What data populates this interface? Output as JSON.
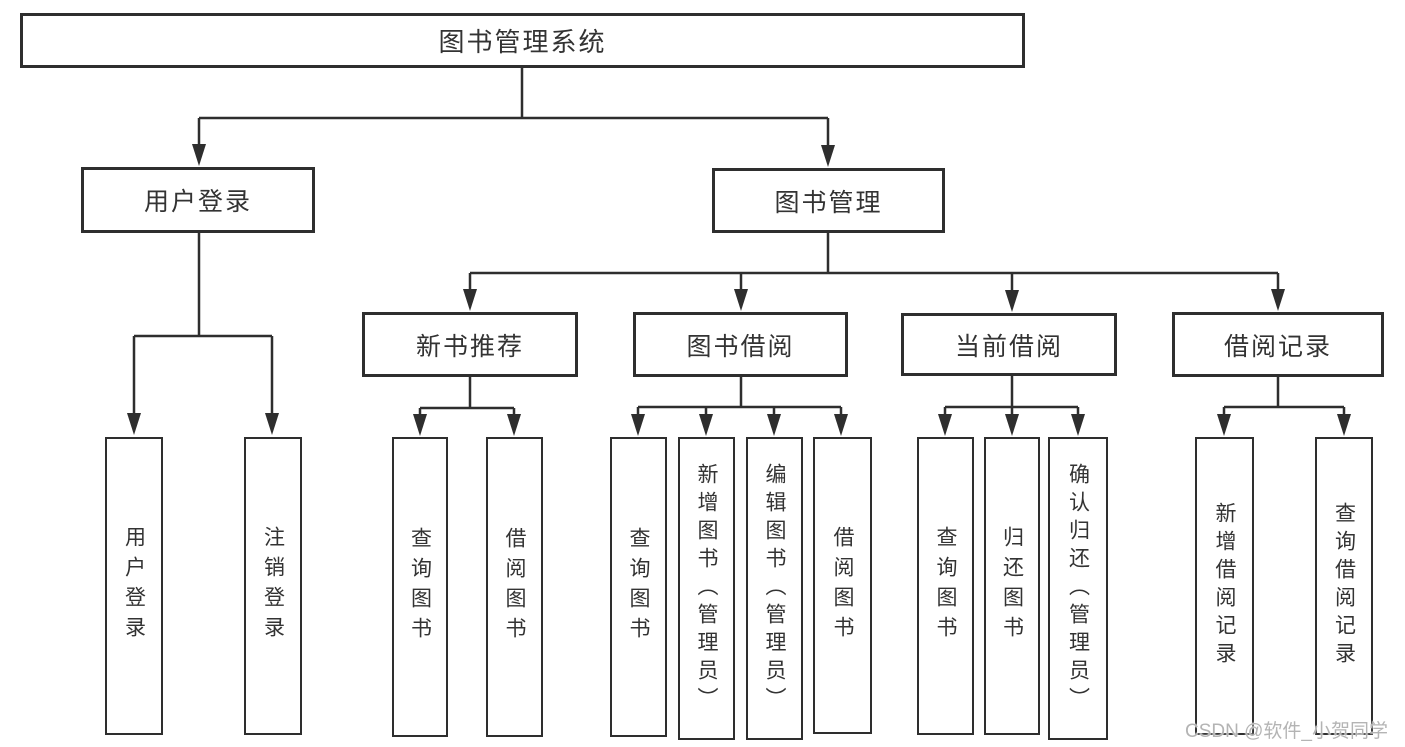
{
  "diagram": {
    "root": "图书管理系统",
    "branches": [
      {
        "label": "用户登录",
        "children": [
          "用户登录",
          "注销登录"
        ]
      },
      {
        "label": "图书管理",
        "groups": [
          {
            "label": "新书推荐",
            "children": [
              "查询图书",
              "借阅图书"
            ]
          },
          {
            "label": "图书借阅",
            "children": [
              "查询图书",
              "新增图书（管理员）",
              "编辑图书（管理员）",
              "借阅图书"
            ]
          },
          {
            "label": "当前借阅",
            "children": [
              "查询图书",
              "归还图书",
              "确认归还（管理员）"
            ]
          },
          {
            "label": "借阅记录",
            "children": [
              "新增借阅记录",
              "查询借阅记录"
            ]
          }
        ]
      }
    ]
  },
  "watermark": {
    "text": "CSDN @软件_小贺同学"
  },
  "colors": {
    "line": "#2e2e2e",
    "text": "#333333",
    "box_background": "#ffffff",
    "watermark": "#b4b4b4",
    "page_background": "#ffffff"
  }
}
